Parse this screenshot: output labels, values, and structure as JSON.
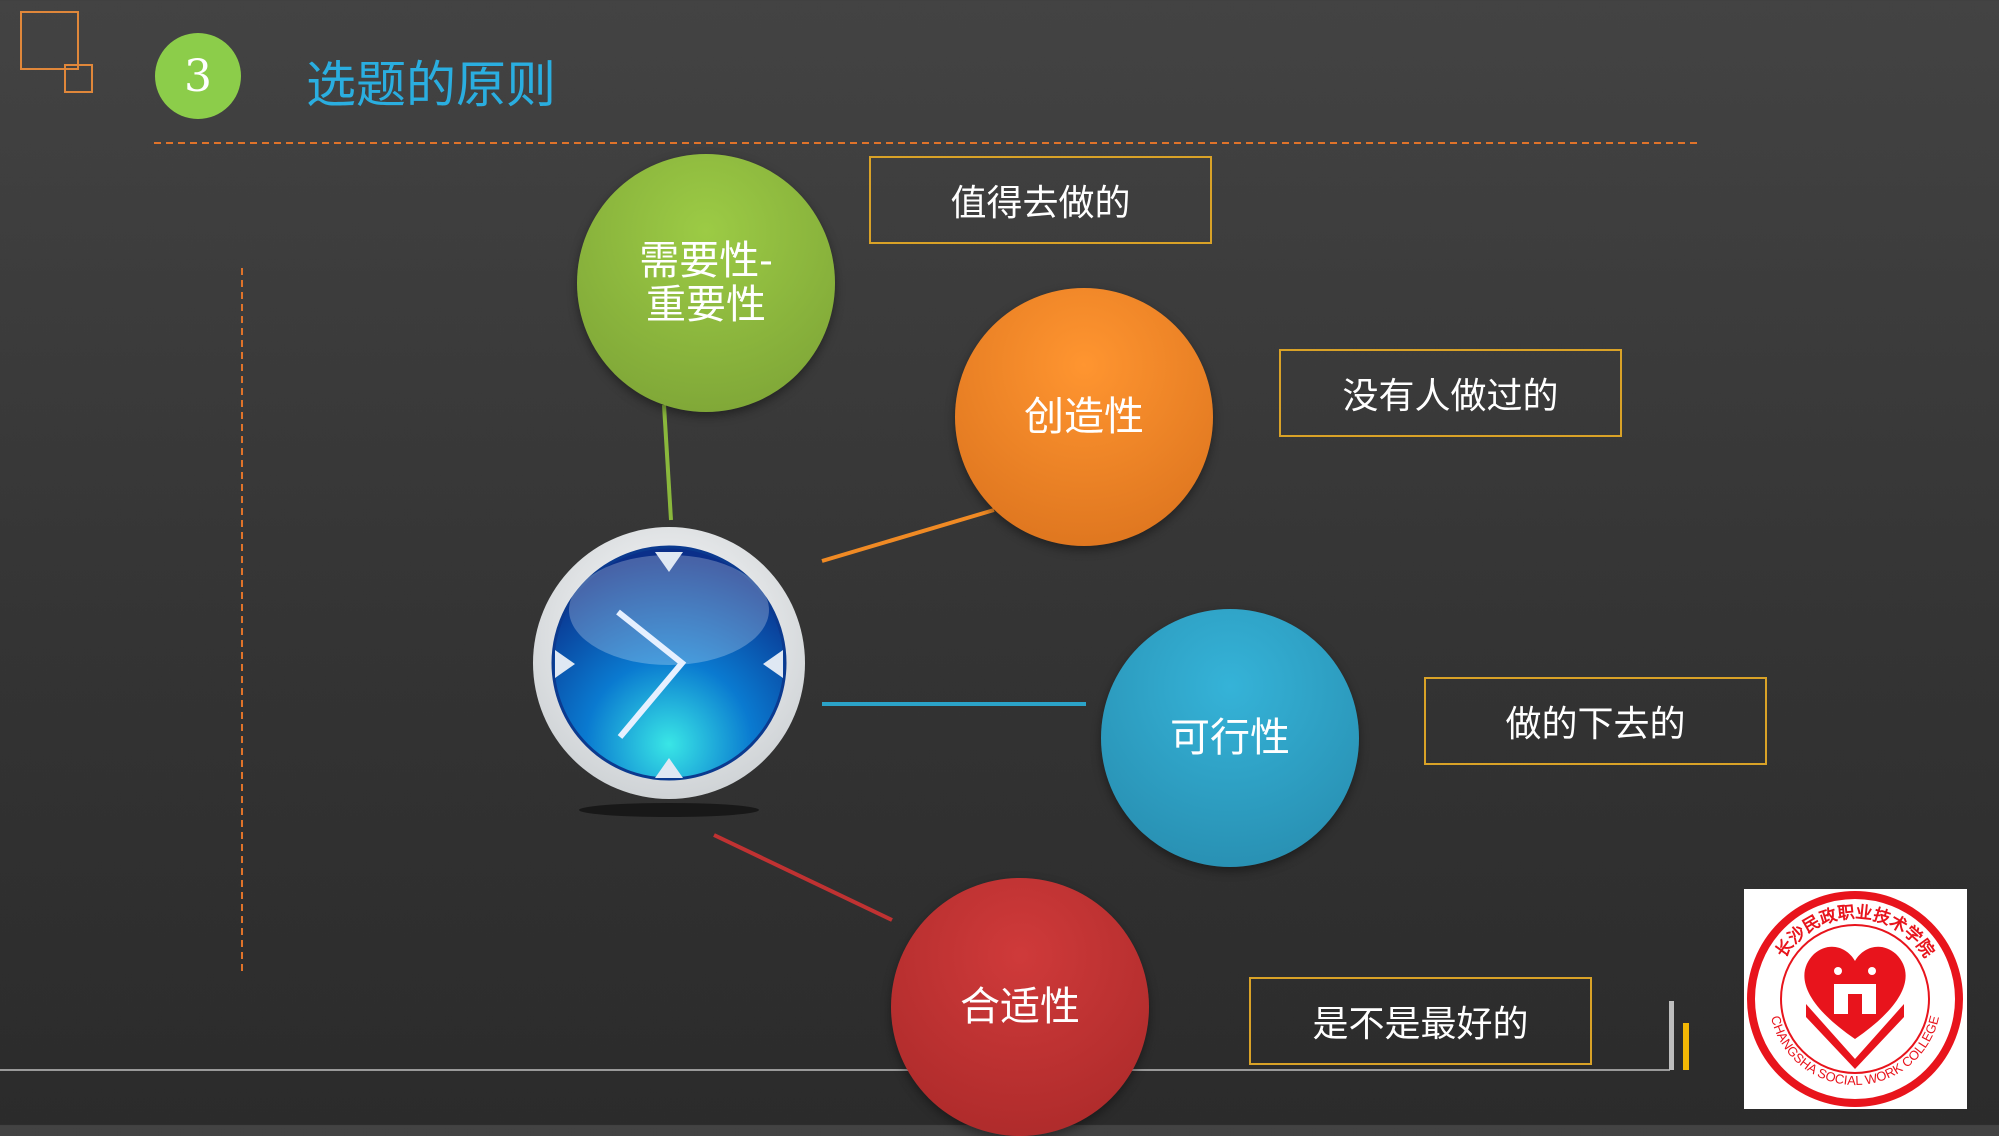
{
  "slide": {
    "number": "3",
    "title": "选题的原则"
  },
  "principles": [
    {
      "label": "需要性-重要性",
      "line1": "需要性-",
      "line2": "重要性",
      "description": "值得去做的",
      "color": "#8ab83c"
    },
    {
      "label": "创造性",
      "description": "没有人做过的",
      "color": "#f08a24"
    },
    {
      "label": "可行性",
      "description": "做的下去的",
      "color": "#2ba3c8"
    },
    {
      "label": "合适性",
      "description": "是不是最好的",
      "color": "#c03232"
    }
  ],
  "center_icon": "clock-icon",
  "logo": {
    "text_cn": "长沙民政职业技术学院",
    "text_en": "CHANGSHA SOCIAL WORK COLLEGE"
  },
  "colors": {
    "accent_orange": "#e0873a",
    "title_blue": "#2aaee0",
    "badge_green": "#8ccd4a",
    "box_border": "#d9a227"
  }
}
